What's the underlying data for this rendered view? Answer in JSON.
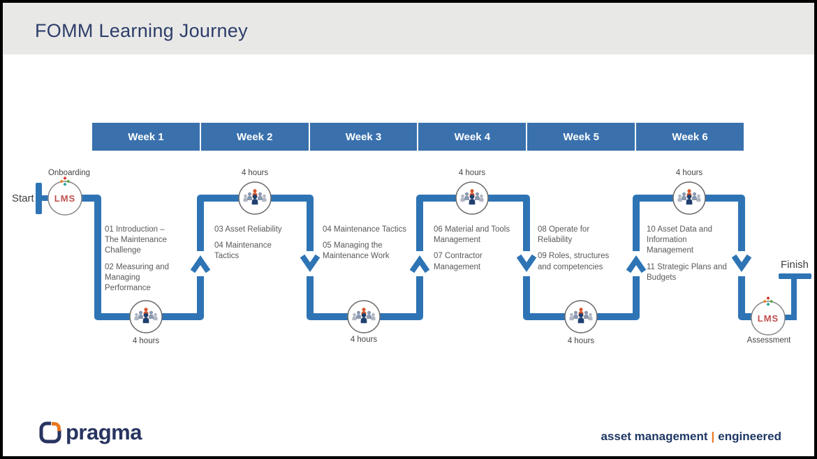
{
  "slide": {
    "title": "FOMM Learning Journey"
  },
  "colors": {
    "path_blue": "#2e74b5",
    "week_bar_blue": "#3a71ad",
    "title_navy": "#2d3d69",
    "brand_navy": "#283460",
    "brand_orange": "#e87722",
    "lms_red": "#c0504d",
    "body_grey": "#595959",
    "header_band_grey": "#e8e8e7"
  },
  "timeline": {
    "weeks": [
      {
        "label": "Week 1"
      },
      {
        "label": "Week 2"
      },
      {
        "label": "Week 3"
      },
      {
        "label": "Week 4"
      },
      {
        "label": "Week 5"
      },
      {
        "label": "Week 6"
      }
    ]
  },
  "journey": {
    "start_label": "Start",
    "finish_label": "Finish",
    "onboarding": {
      "label": "Onboarding",
      "lms_text": "LMS"
    },
    "assessment": {
      "label": "Assessment",
      "lms_text": "LMS"
    },
    "sessions": [
      {
        "week": "Week 1",
        "position": "bottom",
        "hours": "4 hours",
        "topics": [
          "01 Introduction – The Maintenance Challenge",
          "02 Measuring and Managing Performance"
        ]
      },
      {
        "week": "Week 2",
        "position": "top",
        "hours": "4 hours",
        "topics": [
          "03 Asset Reliability",
          "04 Maintenance Tactics"
        ]
      },
      {
        "week": "Week 3",
        "position": "bottom",
        "hours": "4 hours",
        "topics": [
          "04 Maintenance Tactics",
          "05 Managing the Maintenance Work"
        ]
      },
      {
        "week": "Week 4",
        "position": "top",
        "hours": "4 hours",
        "topics": [
          "06 Material and Tools Management",
          "07 Contractor Management"
        ]
      },
      {
        "week": "Week 5",
        "position": "bottom",
        "hours": "4 hours",
        "topics": [
          "08 Operate for Reliability",
          "09 Roles, structures and competencies"
        ]
      },
      {
        "week": "Week 6",
        "position": "top",
        "hours": "4 hours",
        "topics": [
          "10 Asset Data and Information Management",
          "11 Strategic Plans and Budgets"
        ]
      }
    ]
  },
  "footer": {
    "brand": "pragma",
    "tagline_left": "asset management",
    "tagline_separator": "|",
    "tagline_right": "engineered"
  }
}
